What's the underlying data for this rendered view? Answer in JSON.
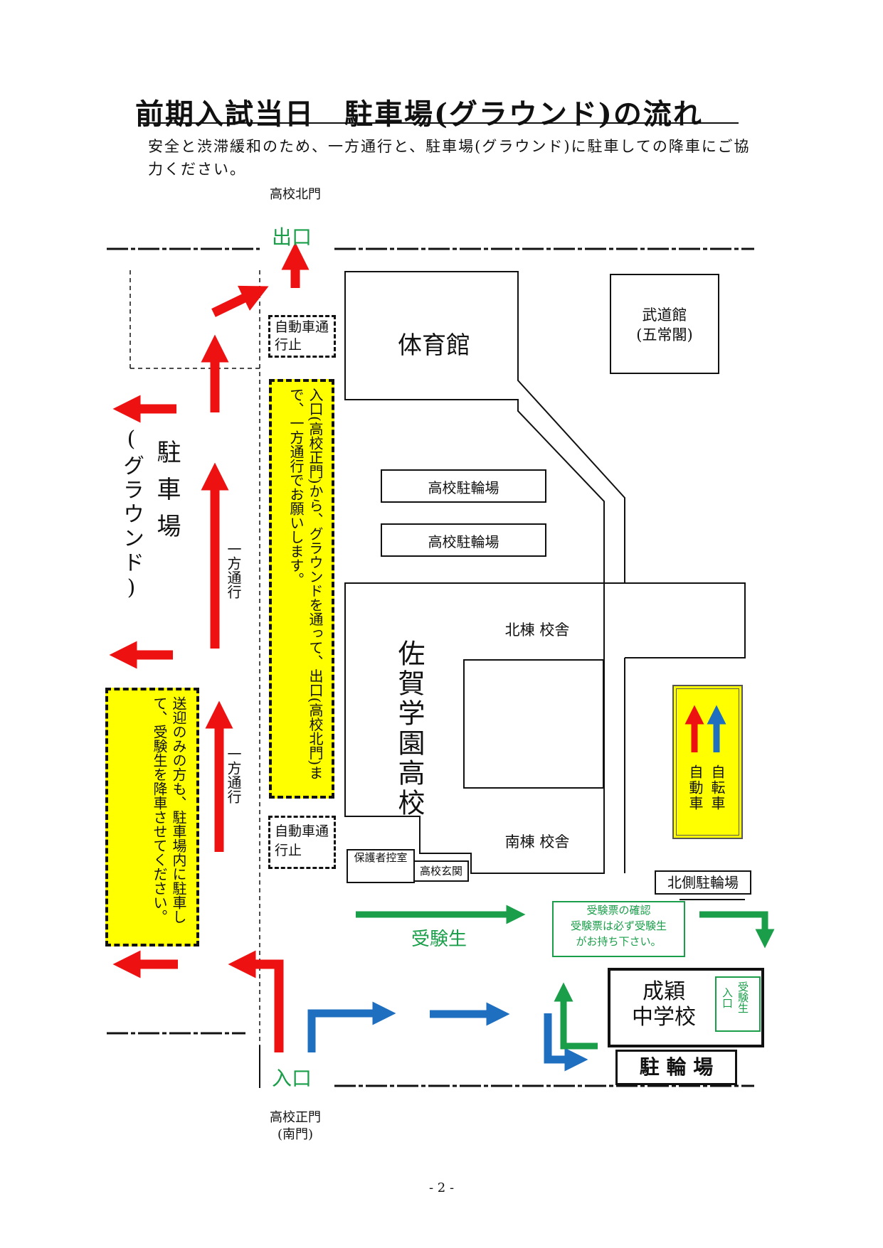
{
  "title": "前期入試当日　駐車場(グラウンド)の流れ",
  "subtitle": "安全と渋滞緩和のため、一方通行と、駐車場(グラウンド)に駐車しての降車にご協力ください。",
  "gates": {
    "north_gate": "高校北門",
    "exit": "出口",
    "entrance": "入口",
    "main_gate": "高校正門",
    "south_gate": "(南門)"
  },
  "buildings": {
    "gym": "体育館",
    "budokan": "武道館",
    "budokan_sub": "(五常閣)",
    "bike_parking_1": "高校駐輪場",
    "bike_parking_2": "高校駐輪場",
    "north_wing": "北棟 校舎",
    "south_wing": "南棟 校舎",
    "school_name": "佐賀学園高校",
    "guardian_room": "保護者控室",
    "entrance_hall": "高校玄関",
    "north_bike_parking": "北側駐輪場",
    "seiei_line1": "成穎",
    "seiei_line2": "中学校",
    "examinee_entrance_1": "受験生",
    "examinee_entrance_2": "入口",
    "bike_lot": "駐 輪 場"
  },
  "parking": {
    "label": "駐車場",
    "sub": "(グラウンド)"
  },
  "notes": {
    "no_car_1": "自動車通行止",
    "no_car_2": "自動車通行止",
    "route_note": "入口(高校正門)から、グラウンドを通って、出口(高校北門)まで、一方通行でお願いします。",
    "dropoff_note": "送迎のみの方も、駐車場内に駐車して、受験生を降車させてください。",
    "one_way_1": "一方通行",
    "one_way_2": "一方通行"
  },
  "legend": {
    "car": "自動車",
    "bicycle": "自転車"
  },
  "examinee": {
    "label": "受験生",
    "ticket_title": "受験票の確認",
    "ticket_line2": "受験票は必ず受験生",
    "ticket_line3": "がお持ち下さい。"
  },
  "page_number": "- 2 -",
  "colors": {
    "car_route": "#ee1111",
    "bicycle_route": "#1f6fc0",
    "examinee_route": "#1a9e4a",
    "highlight": "#ffff00"
  }
}
